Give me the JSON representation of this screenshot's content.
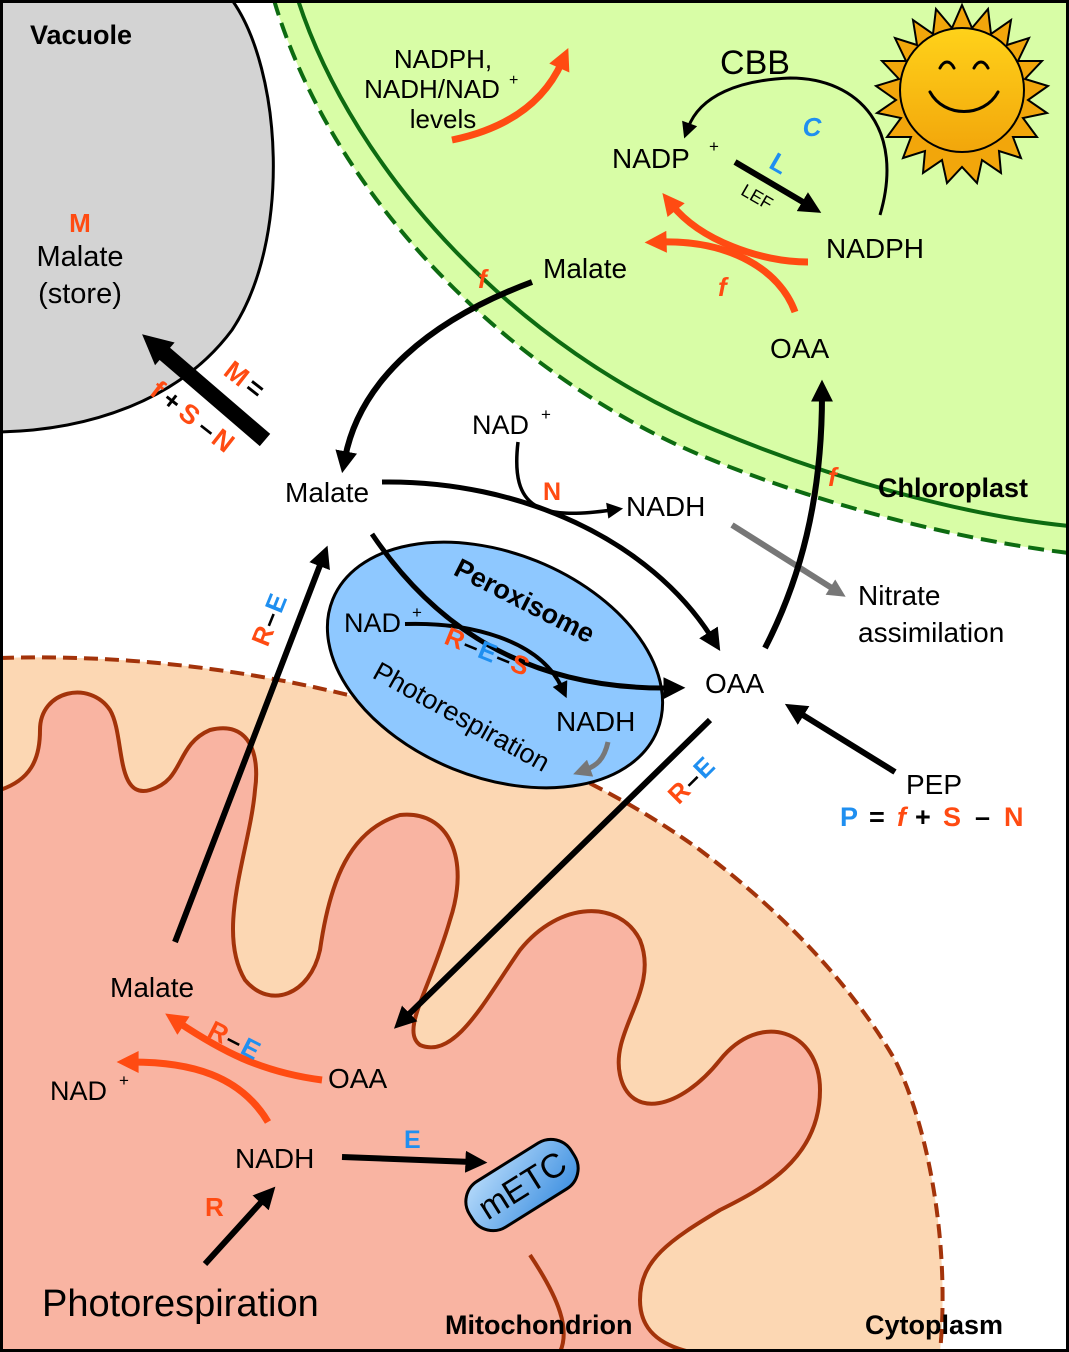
{
  "compartments": {
    "vacuole": "Vacuole",
    "chloroplast": "Chloroplast",
    "peroxisome": "Peroxisome",
    "mitochondrion": "Mitochondrion",
    "cytoplasm": "Cytoplasm"
  },
  "vacuole": {
    "m_label": "M",
    "malate": "Malate",
    "store": "(store)",
    "eq_m": "M",
    "eq_equals": "=",
    "eq_f": "f",
    "eq_plus": "+",
    "eq_s": "S",
    "eq_minus": "–",
    "eq_n": "N"
  },
  "chloroplast": {
    "levels_line1": "NADPH,",
    "levels_line2": "NADH/NAD",
    "levels_sup": "+",
    "levels_line3": "levels",
    "cbb": "CBB",
    "c_label": "C",
    "nadp": "NADP",
    "nadp_sup": "+",
    "l_label": "L",
    "lef": "LEF",
    "nadph": "NADPH",
    "malate": "Malate",
    "f_export": "f",
    "f_valve": "f",
    "oaa": "OAA",
    "f_import": "f"
  },
  "cytosol": {
    "malate": "Malate",
    "nad": "NAD",
    "nad_sup": "+",
    "n_label": "N",
    "nadh": "NADH",
    "nitrate_line1": "Nitrate",
    "nitrate_line2": "assimilation",
    "oaa": "OAA",
    "pep": "PEP",
    "eq_p": "P",
    "eq_equals": "=",
    "eq_f": "f",
    "eq_plus": "+",
    "eq_s": "S",
    "eq_minus": "–",
    "eq_n": "N",
    "re_up_r": "R",
    "re_up_dash": "–",
    "re_up_e": "E",
    "re_down_r": "R",
    "re_down_dash": "–",
    "re_down_e": "E"
  },
  "peroxisome": {
    "nad": "NAD",
    "nad_sup": "+",
    "res_r": "R",
    "res_dash1": "–",
    "res_e": "E",
    "res_dash2": "–",
    "res_s": "S",
    "nadh": "NADH",
    "photorespiration": "Photorespiration"
  },
  "mitochondrion": {
    "malate": "Malate",
    "nad": "NAD",
    "nad_sup": "+",
    "re_r": "R",
    "re_dash": "–",
    "re_e": "E",
    "oaa": "OAA",
    "nadh": "NADH",
    "e_label": "E",
    "metc": "mETC",
    "r_label": "R",
    "photorespiration": "Photorespiration"
  },
  "colors": {
    "orange": "#ff4b12",
    "blue": "#1f8ff0",
    "black": "#000000",
    "gray_arrow": "#777777",
    "chloroplast_fill": "#d8fda6",
    "chloroplast_border": "#0d6b11",
    "vacuole_fill": "#d3d3d3",
    "mito_outer_fill": "#fcd7b3",
    "mito_inner_fill": "#f9b4a2",
    "mito_border": "#a3330a",
    "peroxisome_fill": "#8ec8ff",
    "metc_fill": "#74b6f2"
  },
  "icons": {
    "sun": "sun-icon"
  }
}
